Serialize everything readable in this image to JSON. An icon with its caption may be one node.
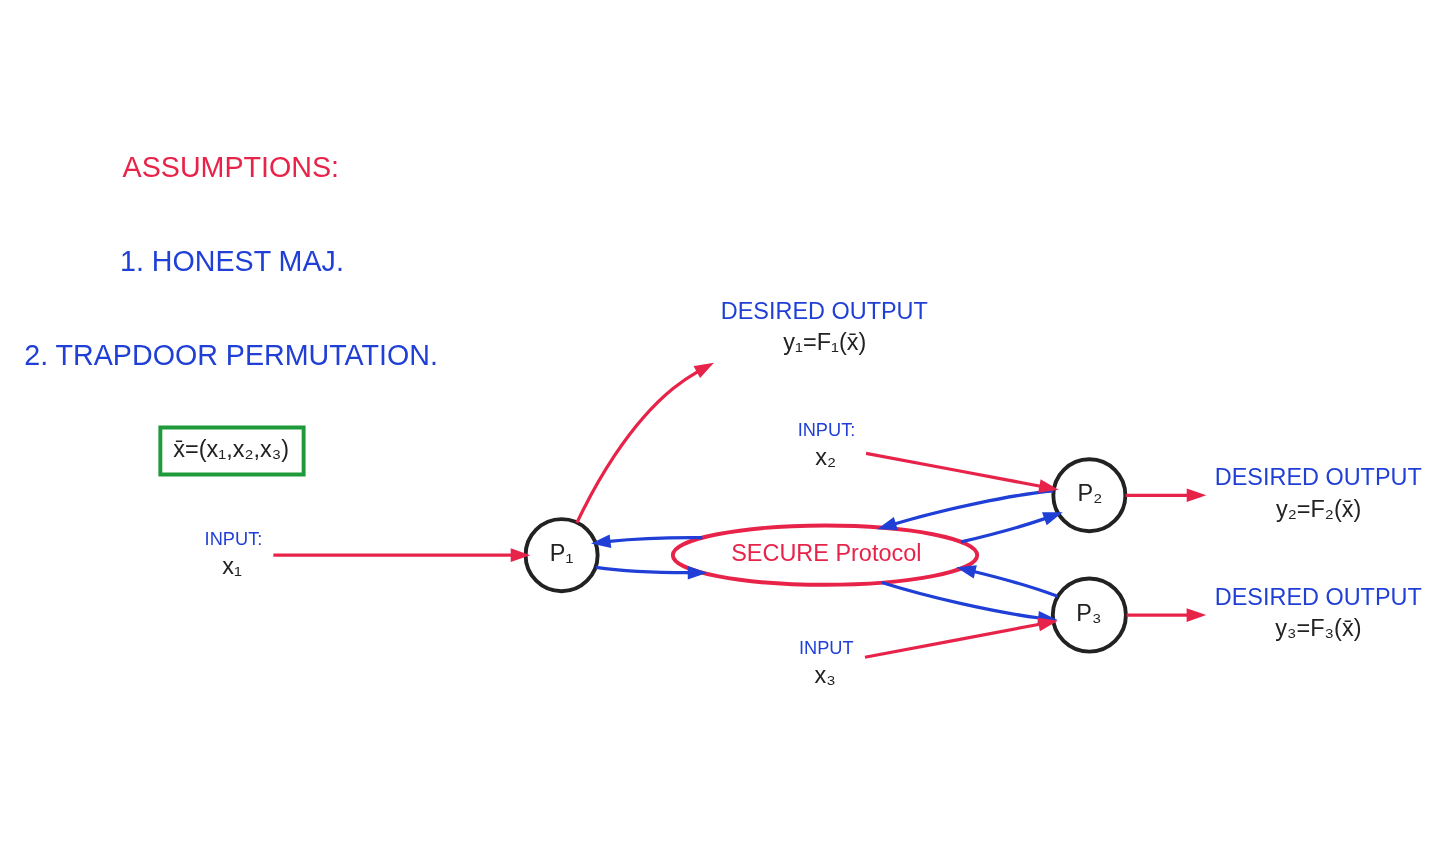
{
  "diagram": {
    "nodes": [
      {
        "text": [
          "x₁"
        ],
        "beside": [
          "INPUT:"
        ]
      },
      {
        "text": [
          "P₁"
        ]
      },
      {
        "text": [
          "DESIRED OUTPUT",
          "y₁=F₁(x̄)"
        ]
      },
      {
        "text": [
          "P₂"
        ]
      },
      {
        "text": [
          "x₂"
        ],
        "beside": [
          "INPUT:"
        ]
      },
      {
        "text": [
          "SECURE Protocol"
        ]
      },
      {
        "text": [
          "DESIRED OUTPUT",
          "y₂=F₂(x̄)"
        ]
      },
      {
        "text": [
          "P₃"
        ]
      },
      {
        "text": [
          "x₃"
        ],
        "beside": [
          "INPUT"
        ]
      },
      {
        "text": [
          "DESIRED OUTPUT",
          "y₃=F₃(x̄)"
        ]
      },
      {
        "text": [
          "x̄=(x₁,x₂,x₃)"
        ]
      }
    ],
    "edges": [
      {
        "from": 0,
        "to": 1,
        "arrow": "to",
        "color": "#e8234a"
      },
      {
        "from": 1,
        "to": 2,
        "arrow": "to",
        "color": "#e8234a"
      },
      {
        "from": 1,
        "to": 5,
        "arrow": "to",
        "color": "#1f3fd6"
      },
      {
        "from": 5,
        "to": 1,
        "arrow": "to",
        "color": "#1f3fd6"
      },
      {
        "from": 4,
        "to": 3,
        "arrow": "to",
        "color": "#e8234a"
      },
      {
        "from": 3,
        "to": 6,
        "arrow": "to",
        "color": "#e8234a"
      },
      {
        "from": 3,
        "to": 5,
        "arrow": "to",
        "color": "#1f3fd6"
      },
      {
        "from": 5,
        "to": 3,
        "arrow": "to",
        "color": "#1f3fd6"
      },
      {
        "from": 7,
        "to": 5,
        "arrow": "to",
        "color": "#1f3fd6"
      },
      {
        "from": 5,
        "to": 7,
        "arrow": "to",
        "color": "#1f3fd6"
      },
      {
        "from": 8,
        "to": 7,
        "arrow": "to",
        "color": "#e8234a"
      },
      {
        "from": 7,
        "to": 9,
        "arrow": "to",
        "color": "#e8234a"
      }
    ],
    "labels": [
      "ASSUMPTIONS:",
      "1. HONEST MAJ.",
      "2. TRAPDOOR PERMUTATION."
    ]
  }
}
